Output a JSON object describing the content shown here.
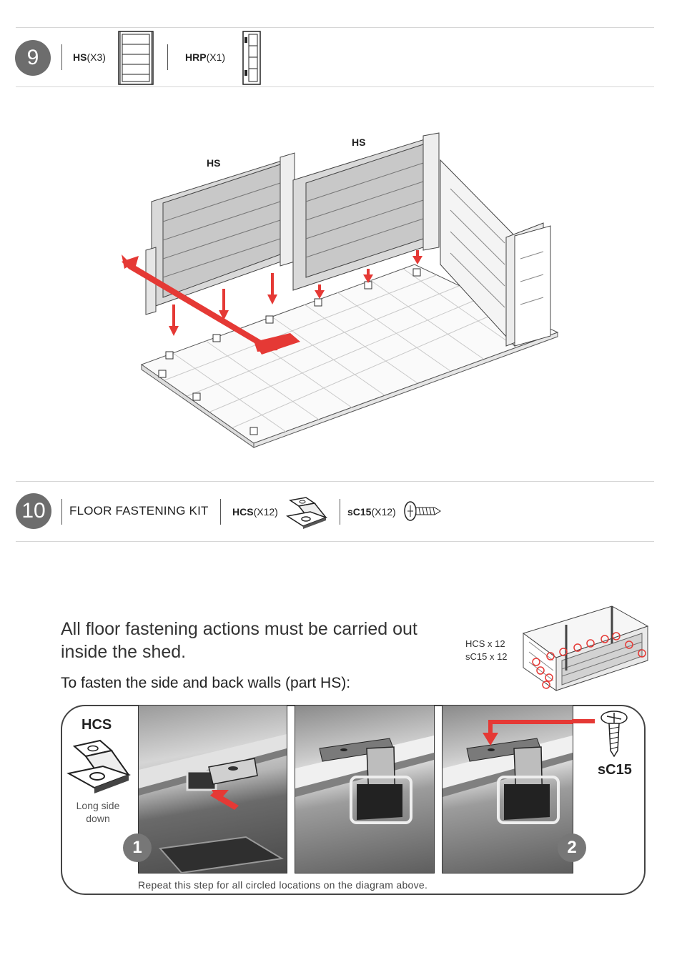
{
  "step9": {
    "number": "9",
    "parts": [
      {
        "code": "HS",
        "qty": "(X3)"
      },
      {
        "code": "HRP",
        "qty": "(X1)"
      }
    ],
    "diagram_labels": [
      "HS",
      "HS"
    ]
  },
  "step10": {
    "number": "10",
    "kit_title": "FLOOR FASTENING KIT",
    "parts": [
      {
        "code": "HCS",
        "qty": "(X12)"
      },
      {
        "code": "sC15",
        "qty": "(X12)"
      }
    ]
  },
  "instructions": {
    "heading": "All floor fastening actions must be carried out inside the shed.",
    "subheading": "To fasten the side and back walls (part HS):",
    "counts": [
      "HCS x 12",
      "sC15 x 12"
    ]
  },
  "detail_box": {
    "hcs_label": "HCS",
    "hcs_note": "Long side down",
    "sc15_label": "sC15",
    "step_numbers": [
      "1",
      "2"
    ],
    "footer": "Repeat this step for all circled locations on the diagram above."
  },
  "colors": {
    "accent_red": "#e53935",
    "step_circle": "#6d6d6d",
    "rule": "#d6d6d6"
  }
}
